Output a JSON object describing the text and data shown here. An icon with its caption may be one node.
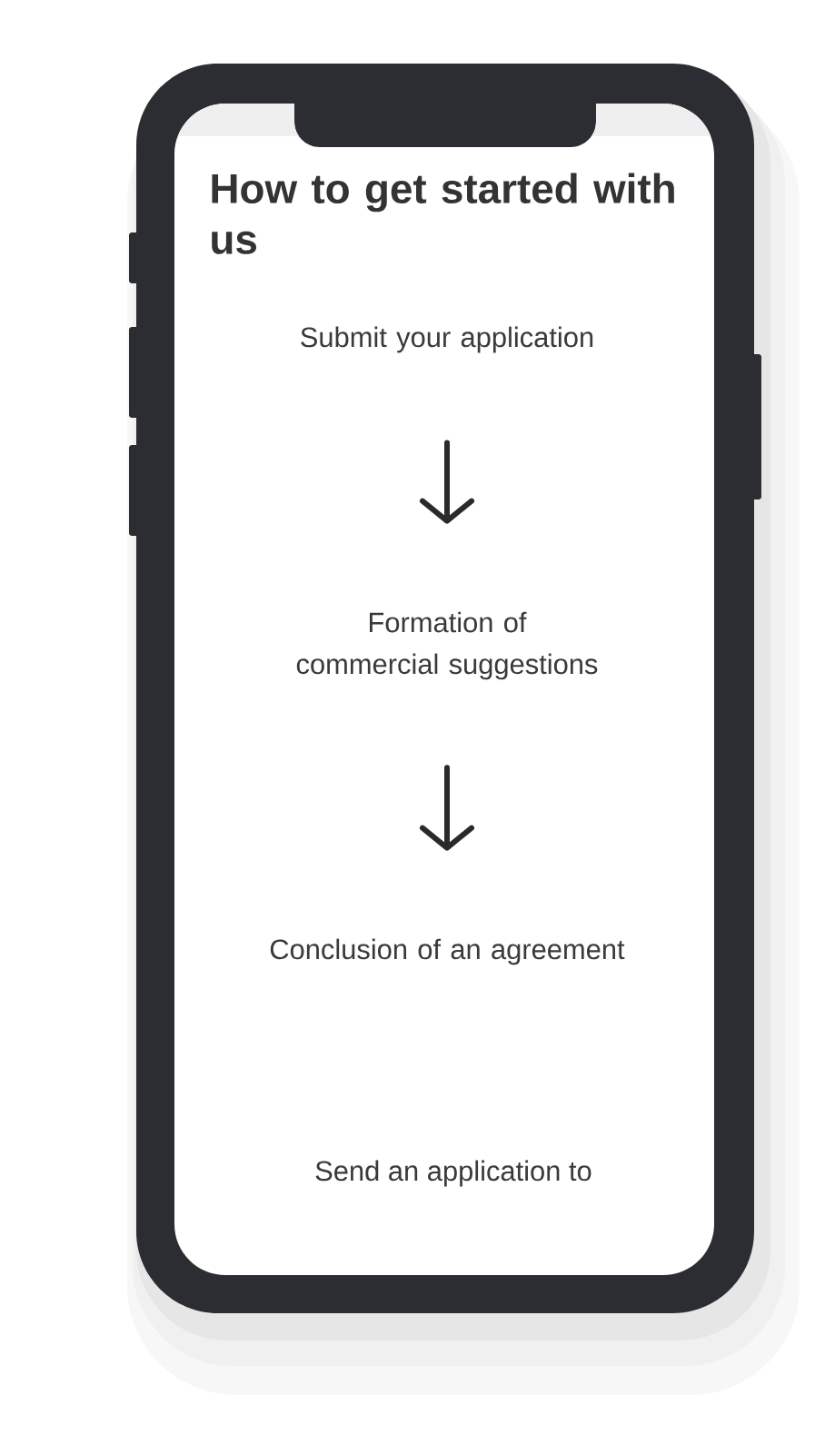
{
  "diagram": {
    "title": "How to get started with us",
    "nodes": [
      {
        "text": [
          "Submit your application"
        ]
      },
      {
        "text": [
          "Formation of commercial suggestions"
        ]
      },
      {
        "text": [
          "Conclusion of an agreement"
        ]
      }
    ],
    "edges": [
      {
        "from": 0,
        "to": 1,
        "arrow": "to"
      },
      {
        "from": 1,
        "to": 2,
        "arrow": "to"
      }
    ],
    "labels": [
      "Send an application to"
    ]
  }
}
